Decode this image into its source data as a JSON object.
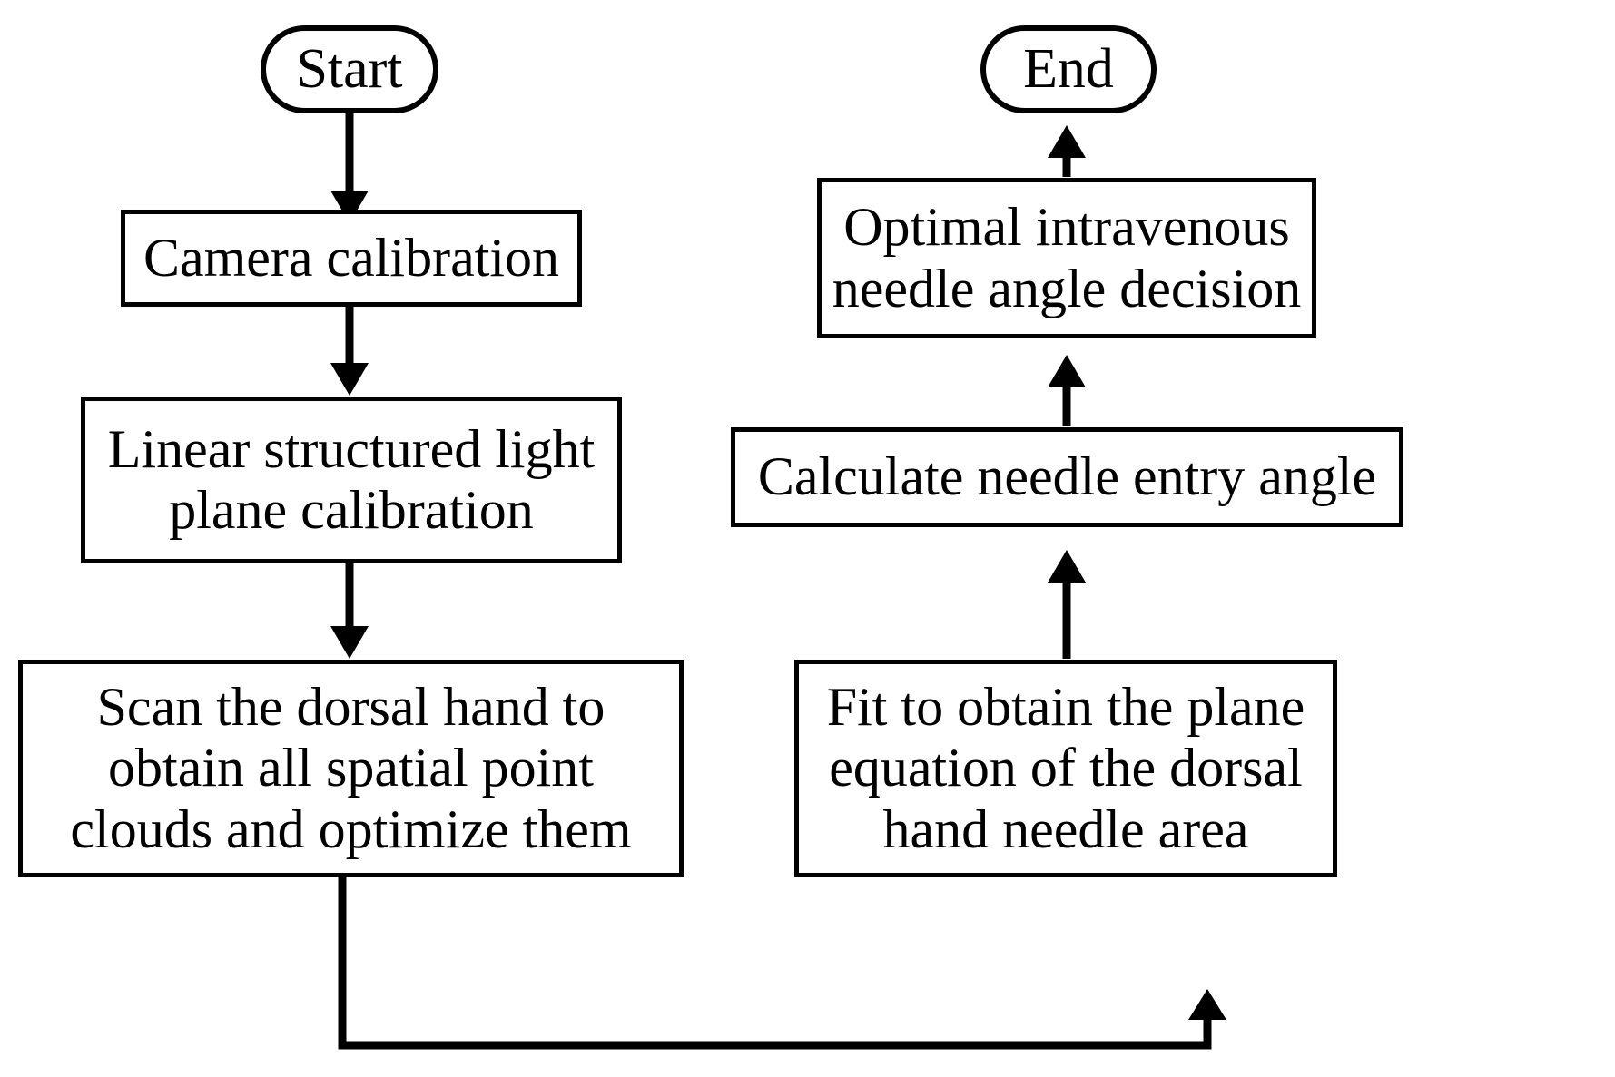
{
  "diagram": {
    "title": "Intravenous needle angle determination flowchart",
    "type": "flowchart",
    "orientation": "two-column, top-to-bottom then loop-back right column bottom-to-top",
    "line_color": "#000000",
    "background_color": "#ffffff",
    "text_color": "#000000"
  },
  "nodes": {
    "start": {
      "label": "Start",
      "shape": "terminator"
    },
    "camera_calibration": {
      "label": "Camera calibration",
      "shape": "process"
    },
    "linear_plane_calibration": {
      "label": "Linear structured light\nplane calibration",
      "shape": "process"
    },
    "scan_dorsal_hand": {
      "label": "Scan the dorsal hand to\nobtain all spatial point\nclouds  and optimize them",
      "shape": "process"
    },
    "fit_plane_equation": {
      "label": "Fit to obtain the plane\nequation of the dorsal\nhand needle area",
      "shape": "process"
    },
    "calculate_entry_angle": {
      "label": "Calculate needle entry angle",
      "shape": "process"
    },
    "optimal_needle_angle": {
      "label": "Optimal intravenous\nneedle angle decision",
      "shape": "process"
    },
    "end": {
      "label": "End",
      "shape": "terminator"
    }
  },
  "edges": [
    {
      "id": "e1",
      "from": "start",
      "to": "camera_calibration",
      "direction": "down",
      "arrowhead": true
    },
    {
      "id": "e2",
      "from": "camera_calibration",
      "to": "linear_plane_calibration",
      "direction": "down",
      "arrowhead": true
    },
    {
      "id": "e3",
      "from": "linear_plane_calibration",
      "to": "scan_dorsal_hand",
      "direction": "down",
      "arrowhead": true
    },
    {
      "id": "e4",
      "from": "scan_dorsal_hand",
      "to": "fit_plane_equation",
      "direction": "down-right-up",
      "arrowhead": true
    },
    {
      "id": "e5",
      "from": "fit_plane_equation",
      "to": "calculate_entry_angle",
      "direction": "up",
      "arrowhead": true
    },
    {
      "id": "e6",
      "from": "calculate_entry_angle",
      "to": "optimal_needle_angle",
      "direction": "up",
      "arrowhead": true
    },
    {
      "id": "e7",
      "from": "optimal_needle_angle",
      "to": "end",
      "direction": "up",
      "arrowhead": true
    }
  ]
}
